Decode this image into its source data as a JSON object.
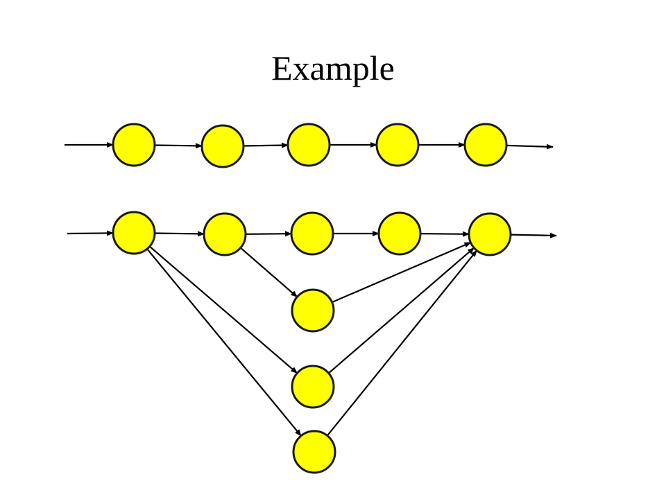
{
  "title": "Example",
  "colors": {
    "node_fill": "#ffff00",
    "node_stroke": "#1a1a1a",
    "edge": "#000000",
    "background": "#ffffff"
  },
  "diagram": {
    "type": "directed-graph",
    "node_shape": "circle",
    "nodes": [
      {
        "id": "r1-1"
      },
      {
        "id": "r1-2"
      },
      {
        "id": "r1-3"
      },
      {
        "id": "r1-4"
      },
      {
        "id": "r1-5"
      },
      {
        "id": "r2-1"
      },
      {
        "id": "r2-2"
      },
      {
        "id": "r2-3"
      },
      {
        "id": "r2-4"
      },
      {
        "id": "r2-5"
      },
      {
        "id": "b-1"
      },
      {
        "id": "b-2"
      },
      {
        "id": "b-3"
      }
    ],
    "edges": [
      {
        "from": "in-1",
        "to": "r1-1"
      },
      {
        "from": "r1-1",
        "to": "r1-2"
      },
      {
        "from": "r1-2",
        "to": "r1-3"
      },
      {
        "from": "r1-3",
        "to": "r1-4"
      },
      {
        "from": "r1-4",
        "to": "r1-5"
      },
      {
        "from": "r1-5",
        "to": "out-1"
      },
      {
        "from": "in-2",
        "to": "r2-1"
      },
      {
        "from": "r2-1",
        "to": "r2-2"
      },
      {
        "from": "r2-2",
        "to": "r2-3"
      },
      {
        "from": "r2-3",
        "to": "r2-4"
      },
      {
        "from": "r2-4",
        "to": "r2-5"
      },
      {
        "from": "r2-5",
        "to": "out-2"
      },
      {
        "from": "r2-2",
        "to": "b-1"
      },
      {
        "from": "r2-1",
        "to": "b-2"
      },
      {
        "from": "r2-1",
        "to": "b-3"
      },
      {
        "from": "b-1",
        "to": "r2-5"
      },
      {
        "from": "b-2",
        "to": "r2-5"
      },
      {
        "from": "b-3",
        "to": "r2-5"
      }
    ]
  }
}
